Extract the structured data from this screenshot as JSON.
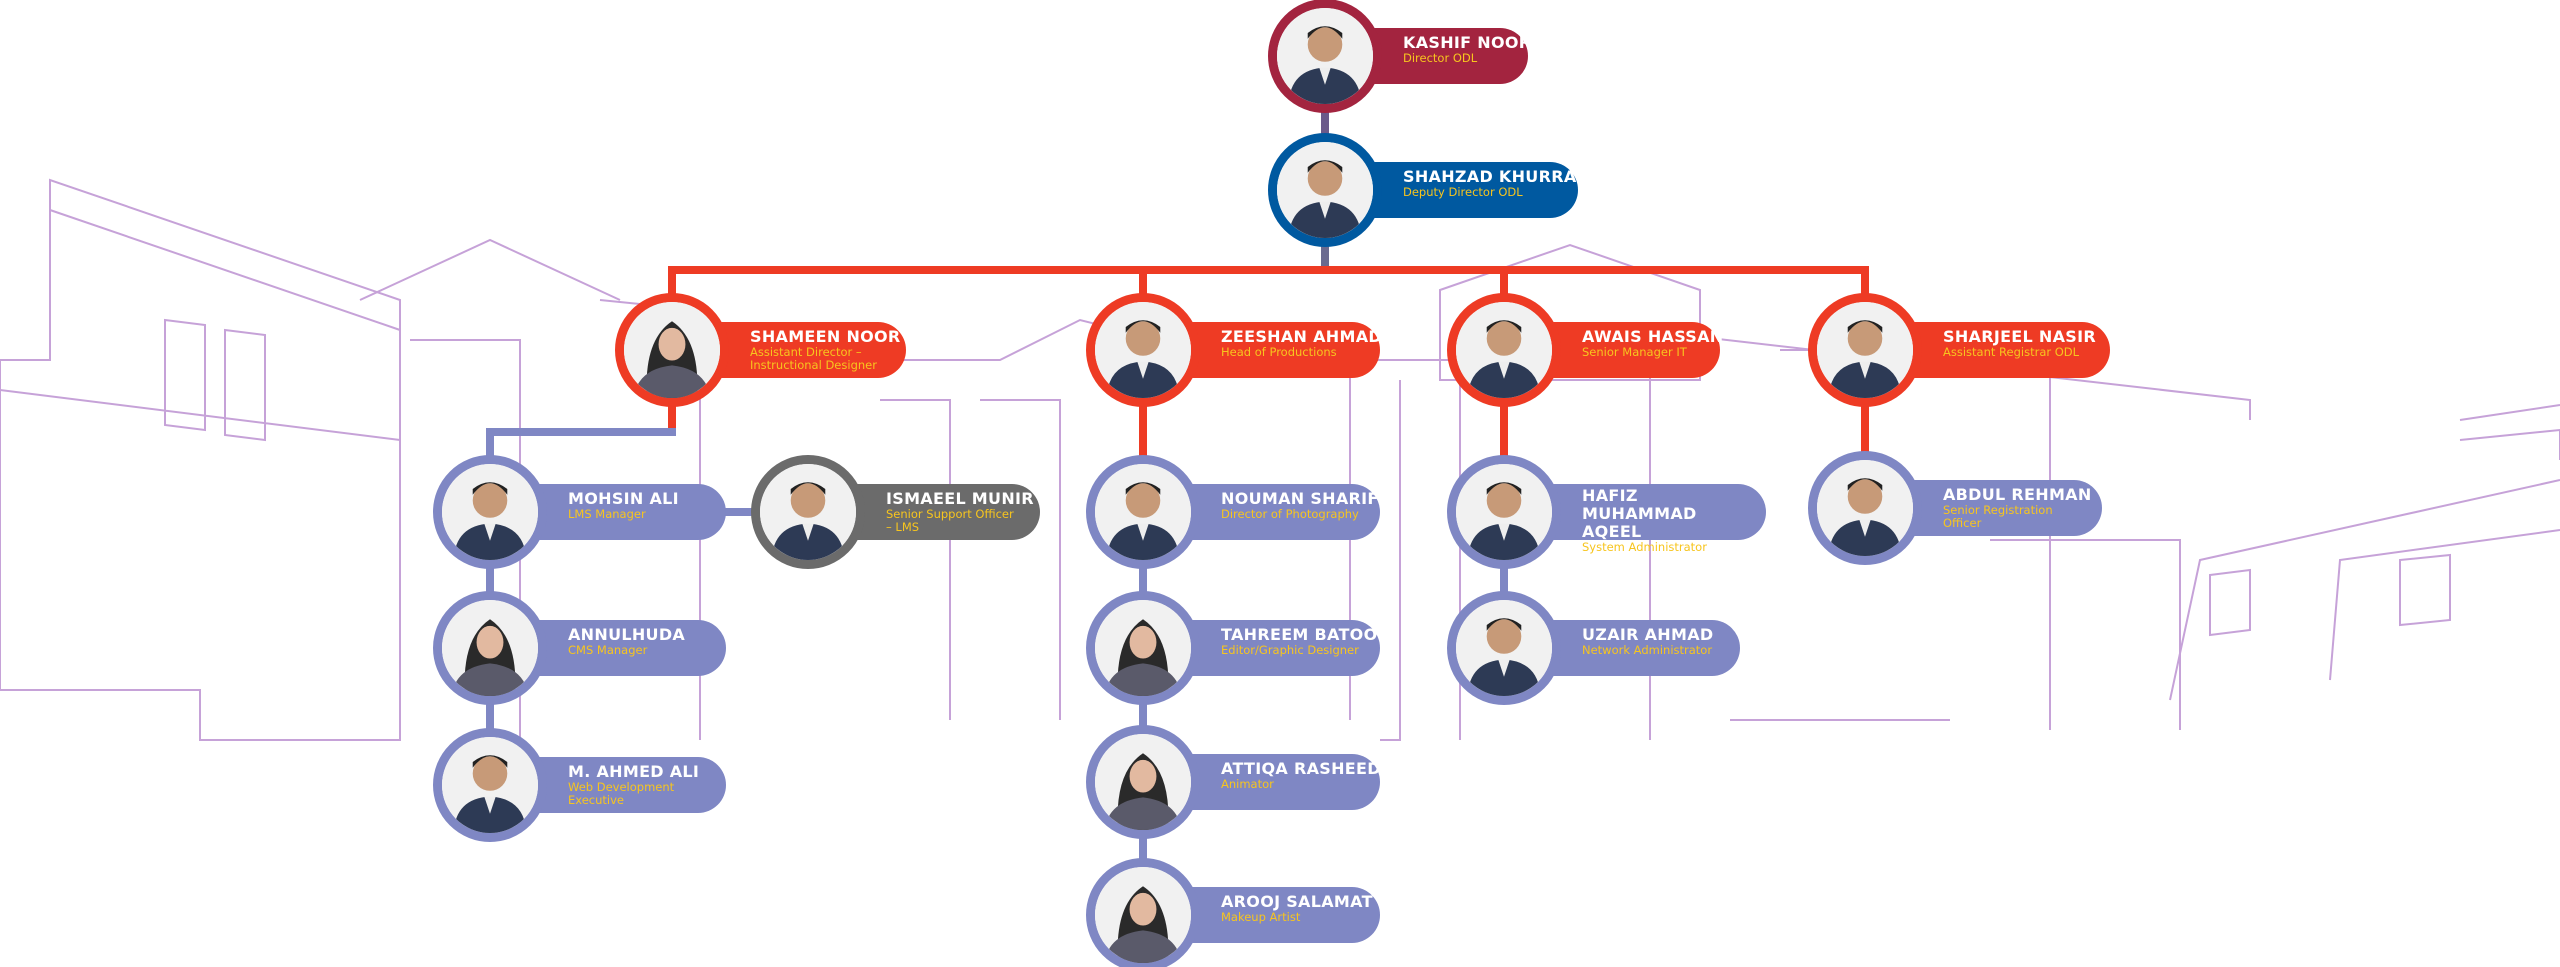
{
  "colors": {
    "director": "#a3243f",
    "deputy": "#0059a0",
    "head": "#ee3b24",
    "staff": "#7f87c4",
    "support": "#6b6b6b",
    "role_text": "#f7c51e",
    "background_lines": "#c6a2d8"
  },
  "people": [
    {
      "id": "kashif",
      "name": "KASHIF NOOR",
      "role": "Director ODL",
      "tier": "director",
      "icon": "photo-man-icon"
    },
    {
      "id": "shahzad",
      "name": "SHAHZAD KHURRAM",
      "role": "Deputy Director ODL",
      "tier": "deputy",
      "icon": "photo-man-icon"
    },
    {
      "id": "shameen",
      "name": "SHAMEEN NOOR",
      "role": "Assistant Director – Instructional Designer",
      "tier": "head",
      "icon": "photo-woman-icon"
    },
    {
      "id": "zeeshan",
      "name": "ZEESHAN AHMAD",
      "role": "Head of Productions",
      "tier": "head",
      "icon": "photo-man-icon"
    },
    {
      "id": "awais",
      "name": "AWAIS HASSAN",
      "role": "Senior Manager IT",
      "tier": "head",
      "icon": "photo-man-icon"
    },
    {
      "id": "sharjeel",
      "name": "SHARJEEL NASIR",
      "role": "Assistant Registrar ODL",
      "tier": "head",
      "icon": "photo-man-icon"
    },
    {
      "id": "mohsin",
      "name": "MOHSIN ALI",
      "role": "LMS Manager",
      "tier": "staff",
      "icon": "photo-man-icon"
    },
    {
      "id": "ismaeel",
      "name": "ISMAEEL MUNIR",
      "role": "Senior Support Officer – LMS",
      "tier": "support",
      "icon": "photo-man-icon"
    },
    {
      "id": "annulhuda",
      "name": "ANNULHUDA",
      "role": "CMS Manager",
      "tier": "staff",
      "icon": "photo-woman-icon"
    },
    {
      "id": "ahmed",
      "name": "M. AHMED ALI",
      "role": "Web Development Executive",
      "tier": "staff",
      "icon": "photo-man-icon"
    },
    {
      "id": "nouman",
      "name": "NOUMAN SHARIF",
      "role": "Director of Photography",
      "tier": "staff",
      "icon": "photo-man-icon"
    },
    {
      "id": "tahreem",
      "name": "TAHREEM BATOOL",
      "role": "Editor/Graphic Designer",
      "tier": "staff",
      "icon": "photo-woman-icon"
    },
    {
      "id": "attiqa",
      "name": "ATTIQA RASHEED",
      "role": "Animator",
      "tier": "staff",
      "icon": "photo-woman-icon"
    },
    {
      "id": "arooj",
      "name": "AROOJ SALAMAT",
      "role": "Makeup Artist",
      "tier": "staff",
      "icon": "photo-woman-icon"
    },
    {
      "id": "hafiz",
      "name": "HAFIZ MUHAMMAD AQEEL",
      "role": "System Administrator",
      "tier": "staff",
      "icon": "photo-man-icon"
    },
    {
      "id": "uzair",
      "name": "UZAIR AHMAD",
      "role": "Network Administrator",
      "tier": "staff",
      "icon": "photo-man-icon"
    },
    {
      "id": "abdul",
      "name": "ABDUL REHMAN",
      "role": "Senior Registration Officer",
      "tier": "staff",
      "icon": "photo-man-icon"
    }
  ]
}
